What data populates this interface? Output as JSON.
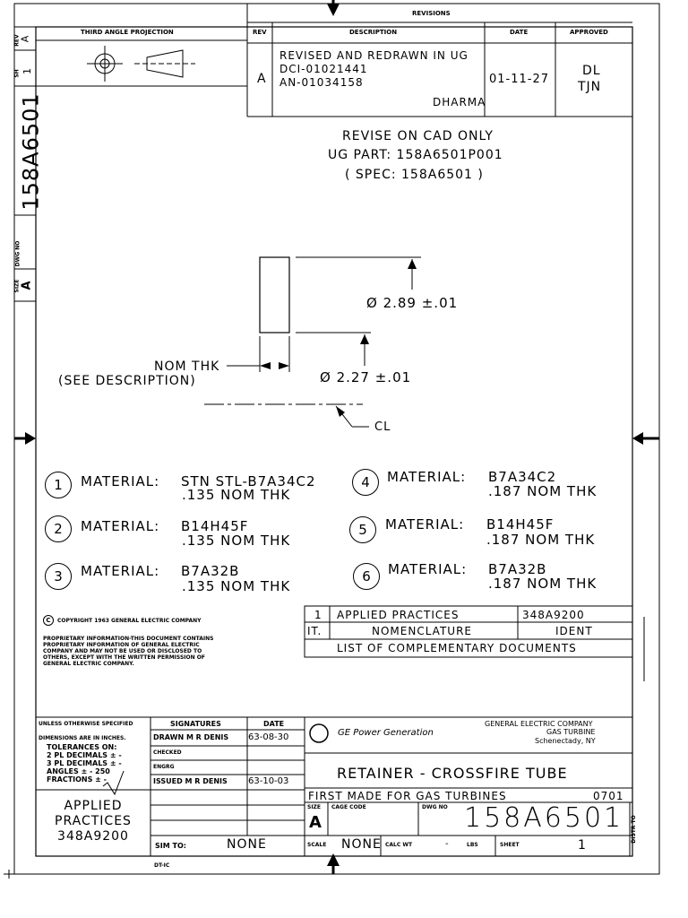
{
  "revisions": {
    "header": "REVISIONS",
    "col_rev": "REV",
    "col_description": "DESCRIPTION",
    "col_date": "DATE",
    "col_approved": "APPROVED",
    "rev": "A",
    "desc_line1": "REVISED AND REDRAWN IN UG",
    "desc_line2": "DCI-01021441",
    "desc_line3": "AN-01034158",
    "desc_author": "DHARMA",
    "date": "01-11-27",
    "approved_line1": "DL",
    "approved_line2": "TJN"
  },
  "projection": {
    "label": "THIRD ANGLE PROJECTION"
  },
  "side_strip": {
    "rev_label": "REV",
    "rev_value": "A",
    "sh_label": "SH",
    "sh_value": "1",
    "dwg_number": "158A6501",
    "dwg_no_label": "DWG NO",
    "size_label": "SIZE",
    "size_value": "A"
  },
  "notes": {
    "line1": "REVISE ON CAD ONLY",
    "line2": "UG PART: 158A6501P001",
    "line3": "( SPEC: 158A6501 )"
  },
  "dimensions": {
    "outer": "Ø 2.89 ±.01",
    "inner": "Ø 2.27 ±.01",
    "nom_thk": "NOM THK",
    "see_desc": "(SEE DESCRIPTION)",
    "cl": "CL"
  },
  "materials": [
    {
      "num": "1",
      "label": "MATERIAL:",
      "code": "STN STL-B7A34C2",
      "thk": ".135 NOM THK"
    },
    {
      "num": "2",
      "label": "MATERIAL:",
      "code": "B14H45F",
      "thk": ".135 NOM THK"
    },
    {
      "num": "3",
      "label": "MATERIAL:",
      "code": "B7A32B",
      "thk": ".135 NOM THK"
    },
    {
      "num": "4",
      "label": "MATERIAL:",
      "code": "B7A34C2",
      "thk": ".187 NOM THK"
    },
    {
      "num": "5",
      "label": "MATERIAL:",
      "code": "B14H45F",
      "thk": ".187 NOM THK"
    },
    {
      "num": "6",
      "label": "MATERIAL:",
      "code": "B7A32B",
      "thk": ".187 NOM THK"
    }
  ],
  "copyright": {
    "symbol": "C",
    "line": "COPYRIGHT 1963 GENERAL ELECTRIC COMPANY",
    "p1": "PROPRIETARY INFORMATION-THIS DOCUMENT CONTAINS",
    "p2": "PROPRIETARY INFORMATION OF GENERAL ELECTRIC",
    "p3": "COMPANY AND MAY NOT BE USED OR DISCLOSED TO",
    "p4": "OTHERS, EXCEPT WITH THE WRITTEN PERMISSION OF",
    "p5": "GENERAL ELECTRIC COMPANY."
  },
  "complementary": {
    "row_num": "1",
    "row_name": "APPLIED PRACTICES",
    "row_ident": "348A9200",
    "hdr_it": "IT.",
    "hdr_nomenclature": "NOMENCLATURE",
    "hdr_ident": "IDENT",
    "title": "LIST OF COMPLEMENTARY DOCUMENTS"
  },
  "tolerances": {
    "unless": "UNLESS OTHERWISE SPECIFIED",
    "dims": "DIMENSIONS ARE IN INCHES.",
    "tol": "TOLERANCES ON:",
    "pl2": "2 PL DECIMALS ± -",
    "pl3": "3 PL DECIMALS ± -",
    "angles": "ANGLES ± - 250",
    "fractions": "FRACTIONS ± -",
    "applied1": "APPLIED",
    "applied2": "PRACTICES",
    "applied3": "348A9200"
  },
  "signatures": {
    "header": "SIGNATURES",
    "date_header": "DATE",
    "drawn": "DRAWN M R DENIS",
    "drawn_date": "63-08-30",
    "checked": "CHECKED",
    "engrg": "ENGRG",
    "issued": "ISSUED M R DENIS",
    "issued_date": "63-10-03",
    "sim_to_label": "SIM TO:",
    "sim_to_value": "NONE",
    "dt": "DT-IC"
  },
  "title_block": {
    "gepg": "GE Power Generation",
    "company1": "GENERAL ELECTRIC COMPANY",
    "company2": "GAS TURBINE",
    "company3": "Schenectady, NY",
    "title": "RETAINER - CROSSFIRE TUBE",
    "first_made": "FIRST MADE FOR GAS TURBINES",
    "first_made_code": "0701",
    "size_label": "SIZE",
    "size_value": "A",
    "cage_label": "CAGE CODE",
    "dwg_no_label": "DWG NO",
    "dwg_no": "158A6501",
    "distr": "DISTR TO",
    "scale_label": "SCALE",
    "scale_value": "NONE",
    "calc_wt": "CALC WT",
    "calc_dash": "-",
    "lbs": "LBS",
    "sheet_label": "SHEET",
    "sheet_value": "1"
  }
}
